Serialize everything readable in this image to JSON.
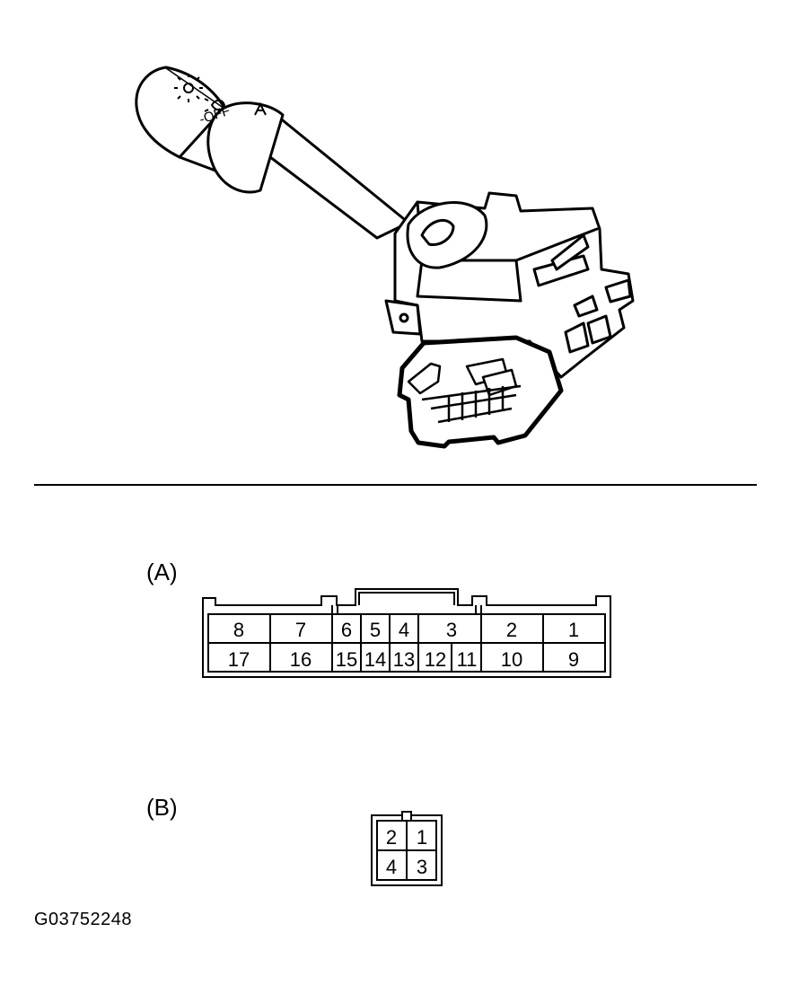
{
  "switch_illustration": {
    "markings": {
      "off": "-OFF"
    }
  },
  "connector_a": {
    "label": "(A)",
    "top_row": [
      "8",
      "7",
      "6",
      "5",
      "4",
      "3",
      "2",
      "1"
    ],
    "bottom_row": [
      "17",
      "16",
      "15",
      "14",
      "13",
      "12",
      "11",
      "10",
      "9"
    ]
  },
  "connector_b": {
    "label": "(B)",
    "top_row": [
      "2",
      "1"
    ],
    "bottom_row": [
      "4",
      "3"
    ]
  },
  "figure_id": "G03752248"
}
